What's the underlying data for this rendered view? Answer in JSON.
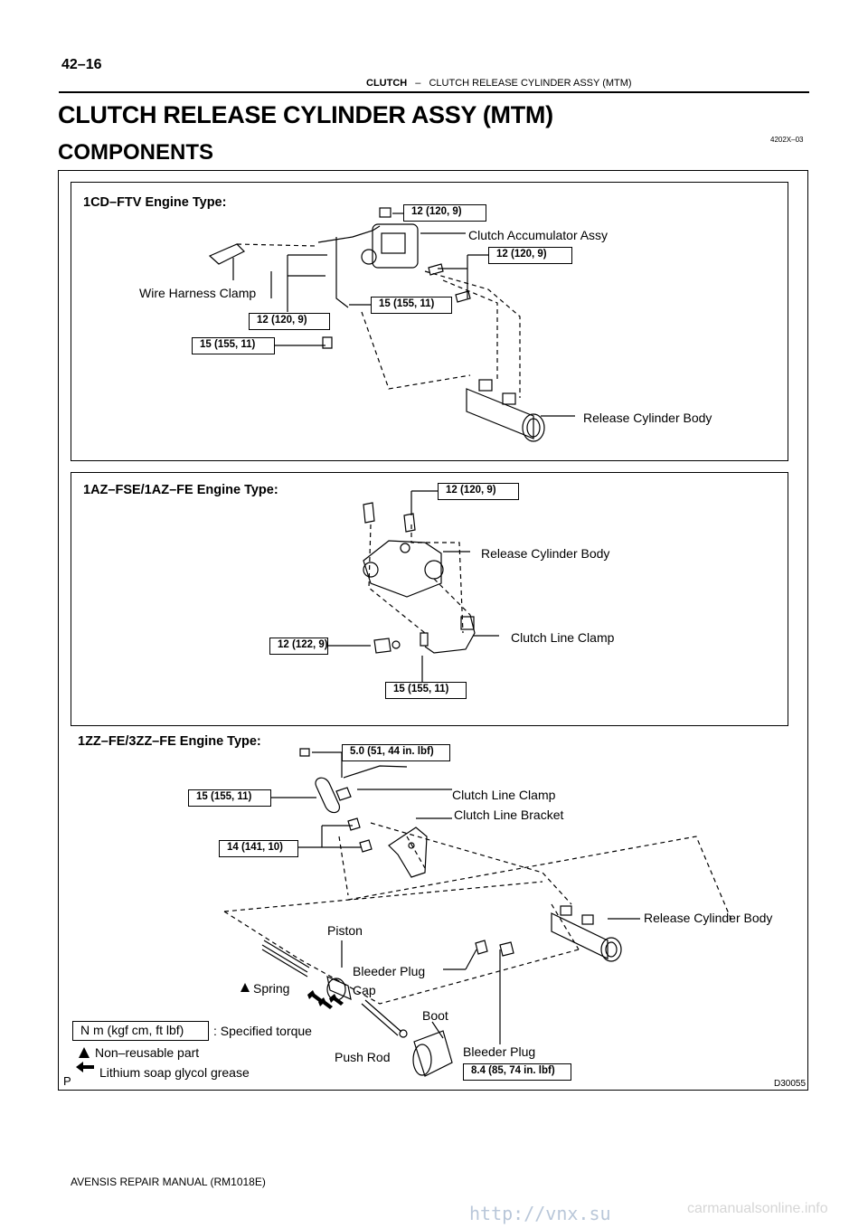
{
  "page_number": "42–16",
  "header": {
    "section": "CLUTCH",
    "separator": "–",
    "subsection": "CLUTCH RELEASE CYLINDER ASSY (MTM)"
  },
  "title": "CLUTCH RELEASE CYLINDER ASSY (MTM)",
  "subtitle": "COMPONENTS",
  "doc_code": "4202X–03",
  "panels": {
    "p1": {
      "title": "1CD–FTV Engine Type:",
      "labels": [
        "Clutch Accumulator Assy",
        "Wire Harness Clamp",
        "Release Cylinder Body"
      ],
      "torques": [
        "12 (120, 9)",
        "12 (120, 9)",
        "15 (155, 11)",
        "12 (120, 9)",
        "15 (155, 11)"
      ]
    },
    "p2": {
      "title": "1AZ–FSE/1AZ–FE Engine Type:",
      "labels": [
        "Release Cylinder Body",
        "Clutch Line Clamp"
      ],
      "torques": [
        "12 (120, 9)",
        "12 (122, 9)",
        "15 (155, 11)"
      ]
    },
    "p3": {
      "title": "1ZZ–FE/3ZZ–FE Engine Type:",
      "labels": [
        "Clutch Line Clamp",
        "Clutch Line Bracket",
        "Release Cylinder Body",
        "Piston",
        "Bleeder Plug",
        "Cap",
        "Spring",
        "Boot",
        "Push Rod",
        "Bleeder Plug"
      ],
      "torques": [
        "5.0 (51, 44 in. lbf)",
        "15 (155, 11)",
        "14 (141, 10)",
        "8.4 (85, 74 in. lbf)"
      ]
    }
  },
  "legend": {
    "unit_box": "N m (kgf cm, ft lbf)",
    "unit_desc": ": Specified torque",
    "nonreusable": "Non–reusable part",
    "grease": "Lithium soap glycol grease"
  },
  "corner_p": "P",
  "figure_code": "D30055",
  "footer": "AVENSIS REPAIR MANUAL   (RM1018E)",
  "watermark": "http://vnx.su",
  "watermark2": "carmanualsonline.info"
}
